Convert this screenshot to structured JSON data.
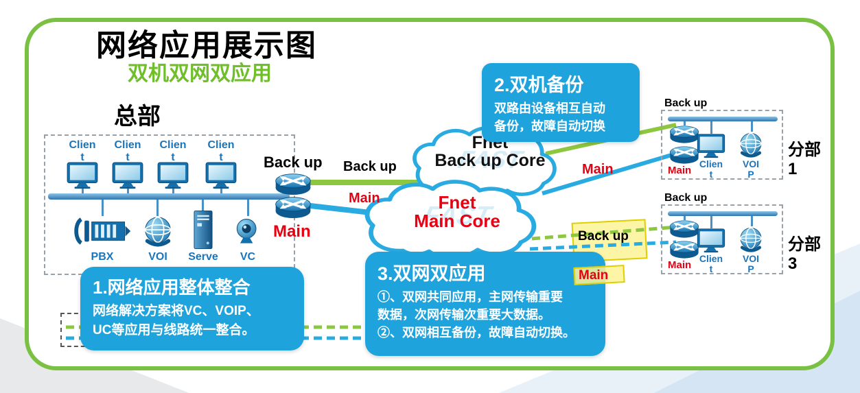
{
  "title": "网络应用展示图",
  "subtitle": "双机双网双应用",
  "colors": {
    "frame_green": "#7AC143",
    "link_green": "#8DC63F",
    "link_blue": "#29ABE2",
    "callout_blue": "#1FA3DC",
    "accent_red": "#E60012",
    "device_label_blue": "#1B75BB",
    "highlight_yellow": "#FCF396"
  },
  "headquarters": {
    "label": "总部",
    "clients": [
      {
        "label": "Clien\nt"
      },
      {
        "label": "Clien\nt"
      },
      {
        "label": "Clien\nt"
      },
      {
        "label": "Clien\nt"
      }
    ],
    "devices": [
      {
        "label": "PBX"
      },
      {
        "label": "VOI"
      },
      {
        "label": "Serve"
      },
      {
        "label": "VC"
      }
    ],
    "router_backup_label": "Back up",
    "router_main_label": "Main"
  },
  "links": {
    "hq_backup_label": "Back up",
    "hq_main_label": "Main",
    "branch1_main_label": "Main",
    "branch3_backup_label": "Back up",
    "branch3_main_label": "Main"
  },
  "clouds": {
    "backup": {
      "name": "Fnet",
      "core": "Back up Core",
      "watermark": "FAST"
    },
    "main": {
      "name": "Fnet",
      "core": "Main Core",
      "watermark": "FAST"
    }
  },
  "branches": [
    {
      "label": "分部1",
      "backup_label": "Back up",
      "main_label": "Main",
      "client_label": "Clien\nt",
      "voip_label": "VOI\nP"
    },
    {
      "label": "分部3",
      "backup_label": "Back up",
      "main_label": "Main",
      "client_label": "Clien\nt",
      "voip_label": "VOI\nP"
    }
  ],
  "callouts": [
    {
      "title": "1.网络应用整体整合",
      "body": "网络解决方案将VC、VOIP、\nUC等应用与线路统一整合。"
    },
    {
      "title": "2.双机备份",
      "body": "双路由设备相互自动\n备份，故障自动切换"
    },
    {
      "title": "3.双网双应用",
      "body": "①、双网共同应用，主网传输重要\n数据，次网传输次重要大数据。\n②、双网相互备份，故障自动切换。"
    }
  ]
}
